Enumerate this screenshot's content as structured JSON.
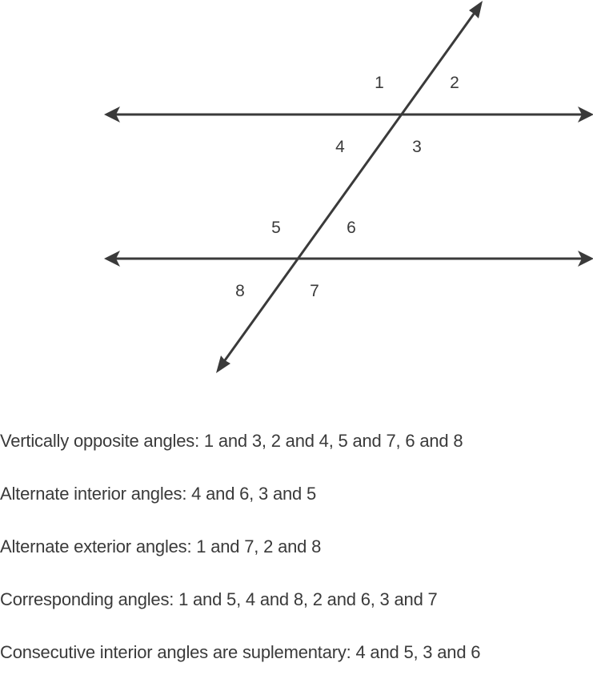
{
  "diagram": {
    "angle_labels": [
      "1",
      "2",
      "3",
      "4",
      "5",
      "6",
      "7",
      "8"
    ]
  },
  "statements": [
    "Vertically opposite angles: 1 and 3, 2 and 4, 5 and 7, 6 and 8",
    "Alternate interior angles: 4 and 6, 3 and 5",
    "Alternate exterior angles: 1 and 7, 2 and 8",
    "Corresponding angles: 1 and 5, 4 and 8, 2 and 6, 3 and 7",
    "Consecutive interior angles are suplementary: 4 and 5, 3 and 6"
  ],
  "colors": {
    "ink": "#3a3a3a",
    "background": "#ffffff"
  }
}
